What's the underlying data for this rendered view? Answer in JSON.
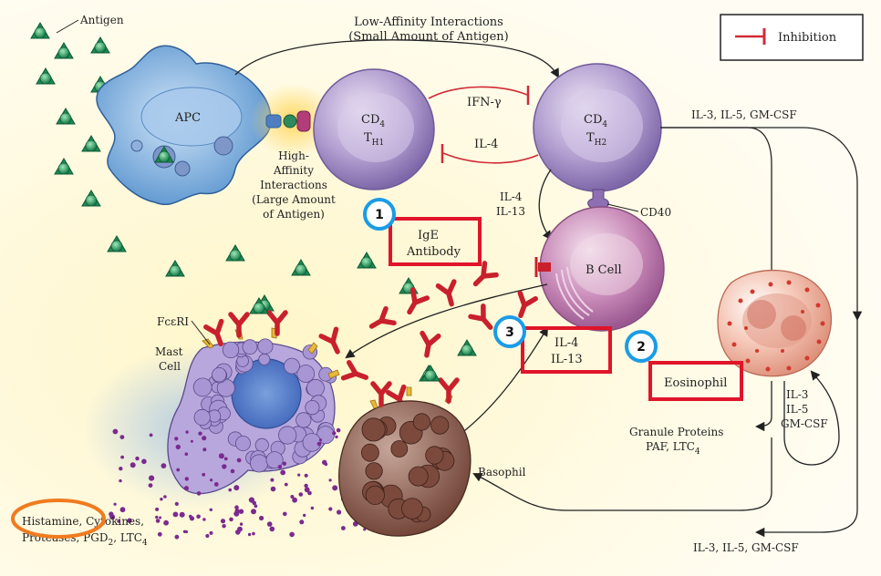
{
  "legend": {
    "label": "Inhibition"
  },
  "antigen_label": "Antigen",
  "cells": {
    "apc": "APC",
    "th1": {
      "main": "CD",
      "sub": "4",
      "t": "T",
      "tsub": "H1"
    },
    "th2": {
      "main": "CD",
      "sub": "4",
      "t": "T",
      "tsub": "H2"
    },
    "bcell": "B Cell",
    "mast": {
      "line1": "Mast",
      "line2": "Cell"
    },
    "basophil": "Basophil",
    "eosinophil": "Eosinophil"
  },
  "interactions": {
    "low_affinity": {
      "line1": "Low-Affinity Interactions",
      "line2": "(Small Amount of Antigen)"
    },
    "high_affinity": {
      "line1": "High-",
      "line2": "Affinity",
      "line3": "Interactions",
      "line4": "(Large Amount",
      "line5": "of Antigen)"
    }
  },
  "cytokines": {
    "ifn": "IFN-γ",
    "il4": "IL-4",
    "il4_il13": {
      "line1": "IL-4",
      "line2": "IL-13"
    },
    "cd40": "CD40",
    "il3_top": "IL-3, IL-5, GM-CSF",
    "il3_bottom": "IL-3, IL-5, GM-CSF",
    "il4_il13_box": {
      "line1": "IL-4",
      "line2": "IL-13"
    },
    "eos_right": {
      "line1": "IL-3",
      "line2": "IL-5",
      "line3": "GM-CSF"
    }
  },
  "ige": {
    "line1": "IgE",
    "line2": "Antibody"
  },
  "fceri": "FcεRI",
  "granule": {
    "line1": "Granule Proteins",
    "line2": "PAF, LTC",
    "sub": "4"
  },
  "mediators": {
    "line1": "Histamine, Cytokines,",
    "line2": "Proteases, PGD",
    "sub2": "2",
    "line2b": ", LTC",
    "sub4": "4"
  },
  "markers": [
    "1",
    "2",
    "3"
  ],
  "colors": {
    "inhibition": "#d12a36",
    "highlight_box": "#e0142a",
    "marker_ring": "#1a9ce6",
    "histamine_ring": "#f07b1f",
    "antigen": "#1f8a55",
    "antibody": "#c8202c"
  }
}
